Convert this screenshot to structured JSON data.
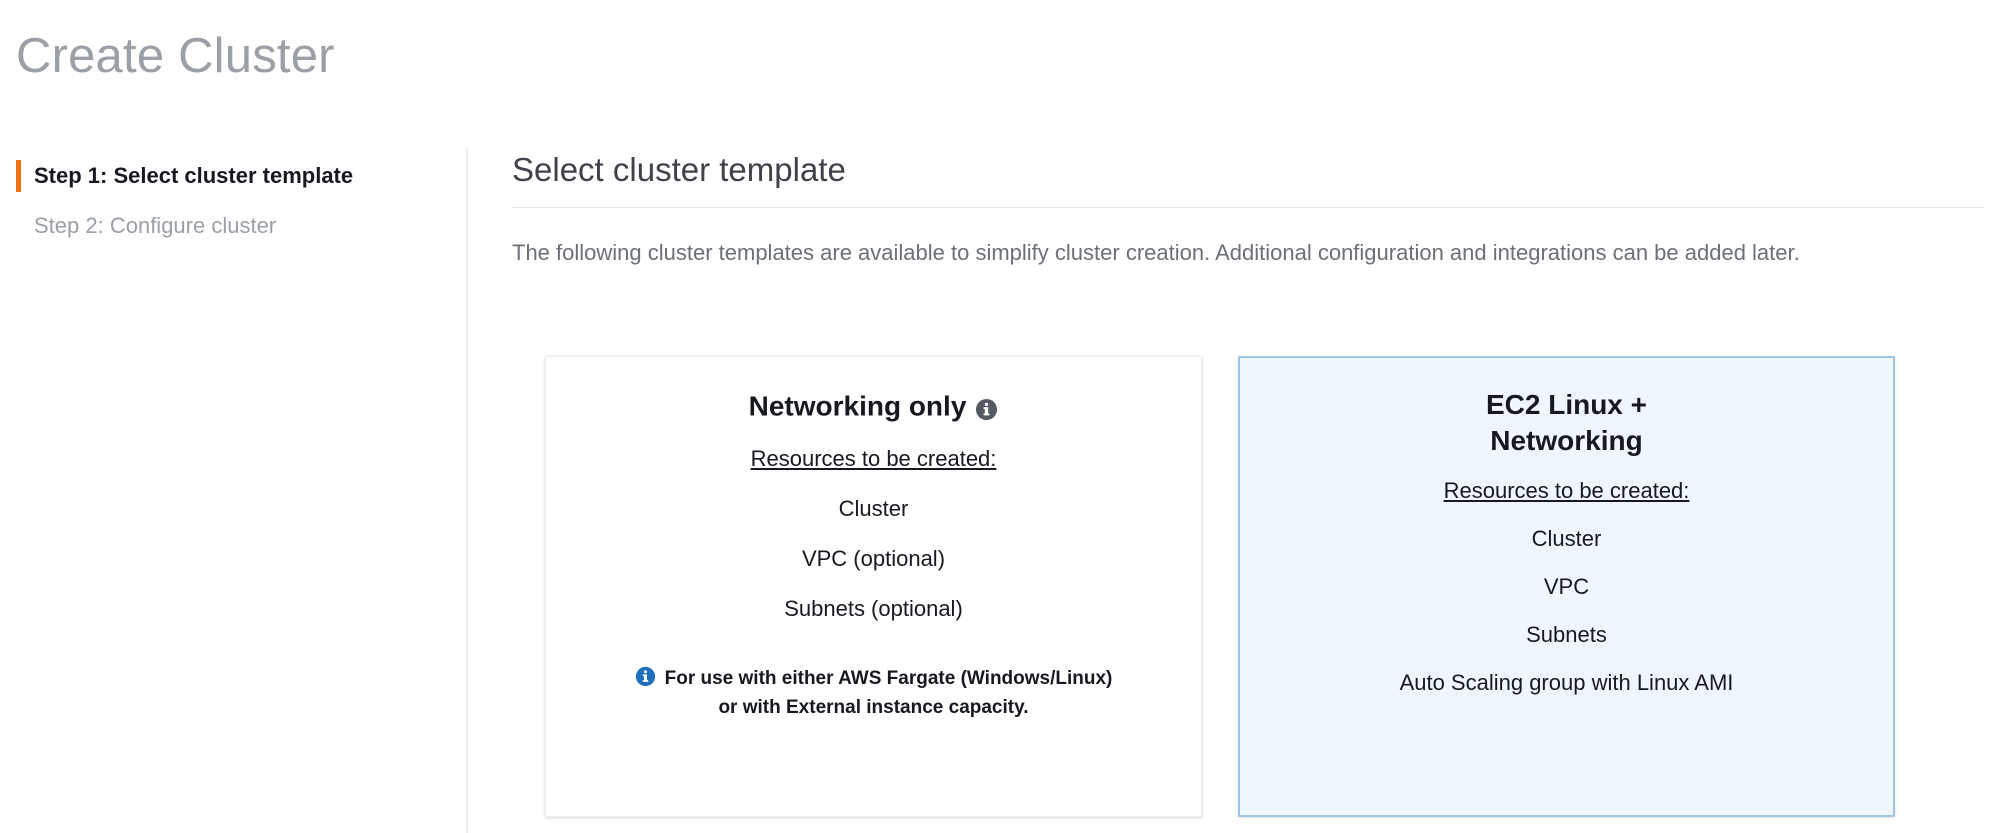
{
  "page": {
    "title": "Create Cluster"
  },
  "wizard": {
    "steps": [
      {
        "label": "Step 1: Select cluster template",
        "active": true
      },
      {
        "label": "Step 2: Configure cluster",
        "active": false
      }
    ],
    "active_accent_color": "#ec7211"
  },
  "section": {
    "heading": "Select cluster template",
    "description": "The following cluster templates are available to simplify cluster creation. Additional configuration and integrations can be added later."
  },
  "cards": [
    {
      "title": "Networking only",
      "has_info_icon": true,
      "info_icon_name": "info-icon",
      "resources_label": "Resources to be created:",
      "resources": [
        "Cluster",
        "VPC (optional)",
        "Subnets (optional)"
      ],
      "note": {
        "icon_name": "info-icon-blue",
        "line1": "For use with either AWS Fargate (Windows/Linux)",
        "line2": "or with External instance capacity.",
        "icon_color": "#1f6fbd"
      },
      "selected": false
    },
    {
      "title_line1": "EC2 Linux +",
      "title_line2": "Networking",
      "has_info_icon": false,
      "resources_label": "Resources to be created:",
      "resources": [
        "Cluster",
        "VPC",
        "Subnets",
        "Auto Scaling group with Linux AMI"
      ],
      "selected": true,
      "selected_border_color": "#9cc6e6",
      "selected_background_color": "#eff6fc"
    }
  ]
}
